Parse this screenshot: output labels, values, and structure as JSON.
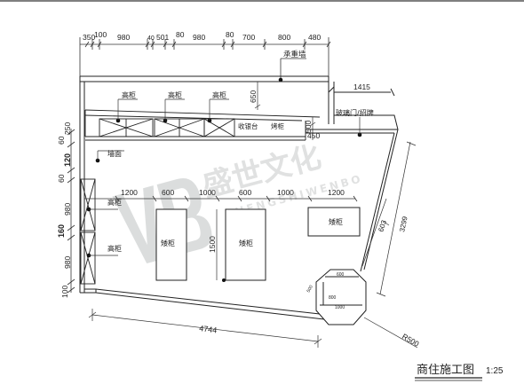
{
  "drawing": {
    "title": "商住施工图",
    "scale": "1:25"
  },
  "dimensions_top": [
    "350",
    "100",
    "980",
    "40",
    "501",
    "80",
    "980",
    "80",
    "700",
    "800",
    "480"
  ],
  "dimensions_left": [
    "60",
    "250",
    "120",
    "60",
    "980",
    "160",
    "980",
    "100"
  ],
  "dimensions_mid": [
    "1200",
    "600",
    "1000",
    "600",
    "1000",
    "1200"
  ],
  "dimensions_misc": {
    "d650": "650",
    "d500": "500",
    "d450": "450",
    "d1415": "1415",
    "d1500": "1500",
    "d603": "603",
    "d3299": "3299",
    "d4744": "4744",
    "r500": "R500",
    "oct_top": "600",
    "oct_mid": "800",
    "oct_bot": "1000",
    "oct_side": "500"
  },
  "labels": {
    "bearing_wall": "承重墙",
    "cabinet_1": "高柜",
    "cabinet_2": "高柜",
    "cabinet_3": "高柜",
    "checkout": "收银台",
    "display_ledge": "烤柜",
    "window": "墙面",
    "side_cabinet_1": "高柜",
    "side_cabinet_2": "高柜",
    "island_1": "矮柜",
    "island_2": "矮柜",
    "island_3": "矮柜",
    "entrance_sign": "玻璃门/招牌"
  },
  "watermark": {
    "cn": "盛世文化",
    "en": "SHENGSHIWENBO"
  }
}
